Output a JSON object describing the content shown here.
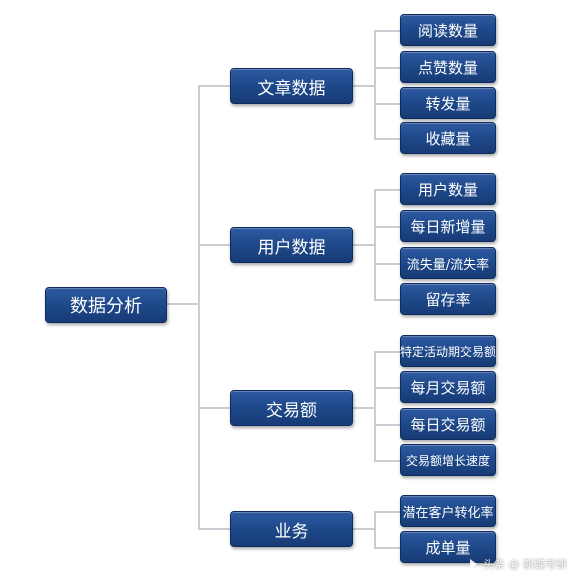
{
  "diagram": {
    "root": "数据分析",
    "groups": [
      {
        "label": "文章数据",
        "items": [
          "阅读数量",
          "点赞数量",
          "转发量",
          "收藏量"
        ]
      },
      {
        "label": "用户数据",
        "items": [
          "用户数量",
          "每日新增量",
          "流失量/流失率",
          "留存率"
        ]
      },
      {
        "label": "交易额",
        "items": [
          "特定活动期交易额",
          "每月交易额",
          "每日交易额",
          "交易额增长速度"
        ]
      },
      {
        "label": "业务",
        "items": [
          "潜在客户转化率",
          "成单量"
        ]
      }
    ]
  },
  "watermark": "头条 @ 新媒考研"
}
